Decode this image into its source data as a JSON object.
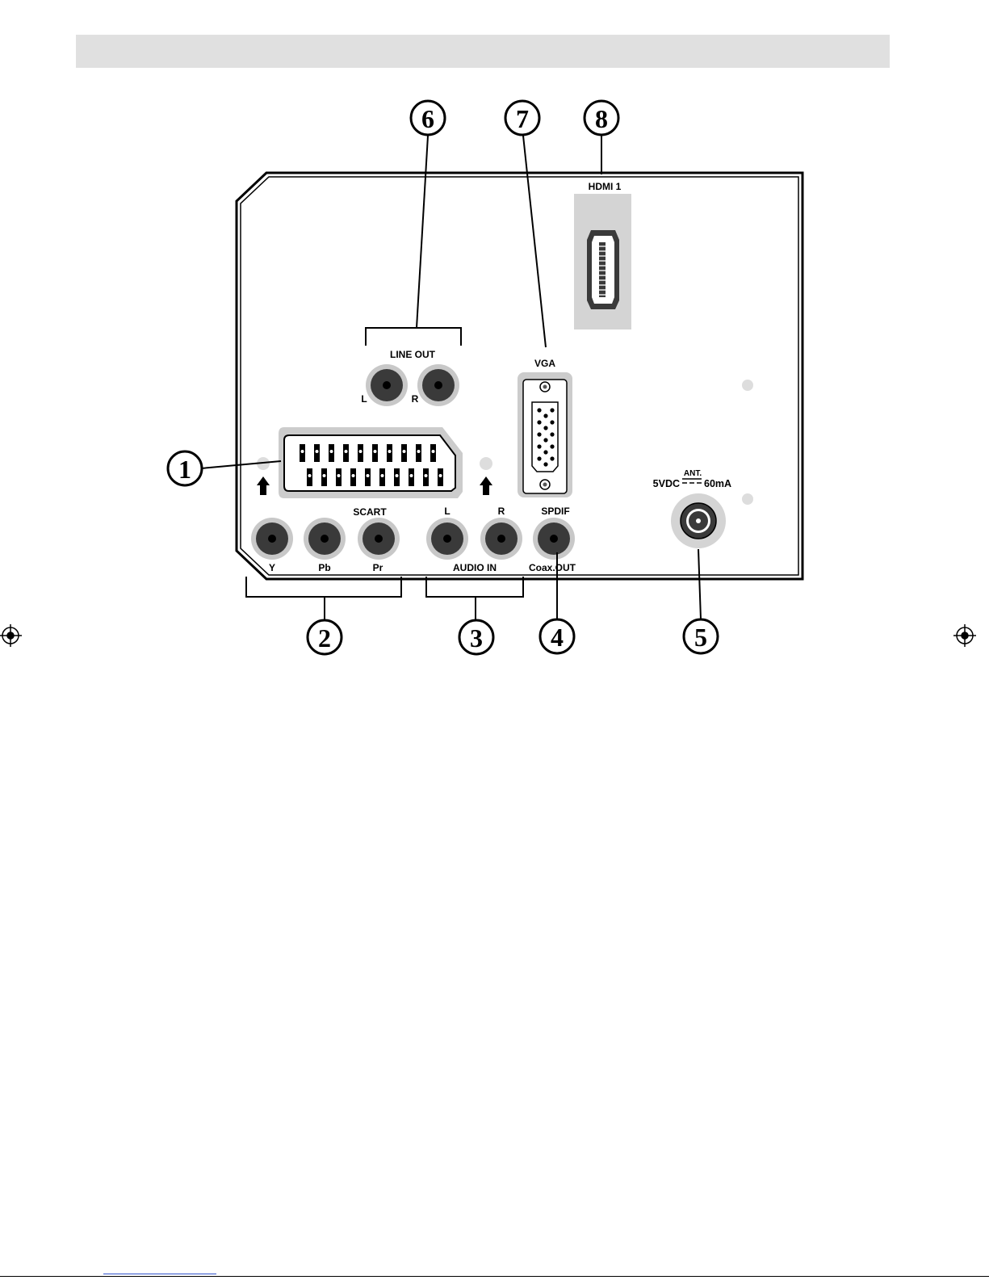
{
  "labels": {
    "hdmi": "HDMI 1",
    "line_out": "LINE OUT",
    "line_out_l": "L",
    "line_out_r": "R",
    "vga": "VGA",
    "scart": "SCART",
    "audio_in_l": "L",
    "audio_in_r": "R",
    "spdif": "SPDIF",
    "y": "Y",
    "pb": "Pb",
    "pr": "Pr",
    "audio_in": "AUDIO IN",
    "coax_out": "Coax.OUT",
    "ant": "ANT.",
    "power_left": "5VDC",
    "power_right": "60mA"
  },
  "callouts": [
    "1",
    "2",
    "3",
    "4",
    "5",
    "6",
    "7",
    "8"
  ],
  "icons": {
    "registration_mark": "crosshair-registration-icon",
    "arrow": "up-arrow-icon"
  },
  "colors": {
    "header_bar": "#e0e0e0",
    "connector_ring": "#c8c8c8",
    "connector_center": "#3a3a3a",
    "panel_line": "#000000"
  }
}
